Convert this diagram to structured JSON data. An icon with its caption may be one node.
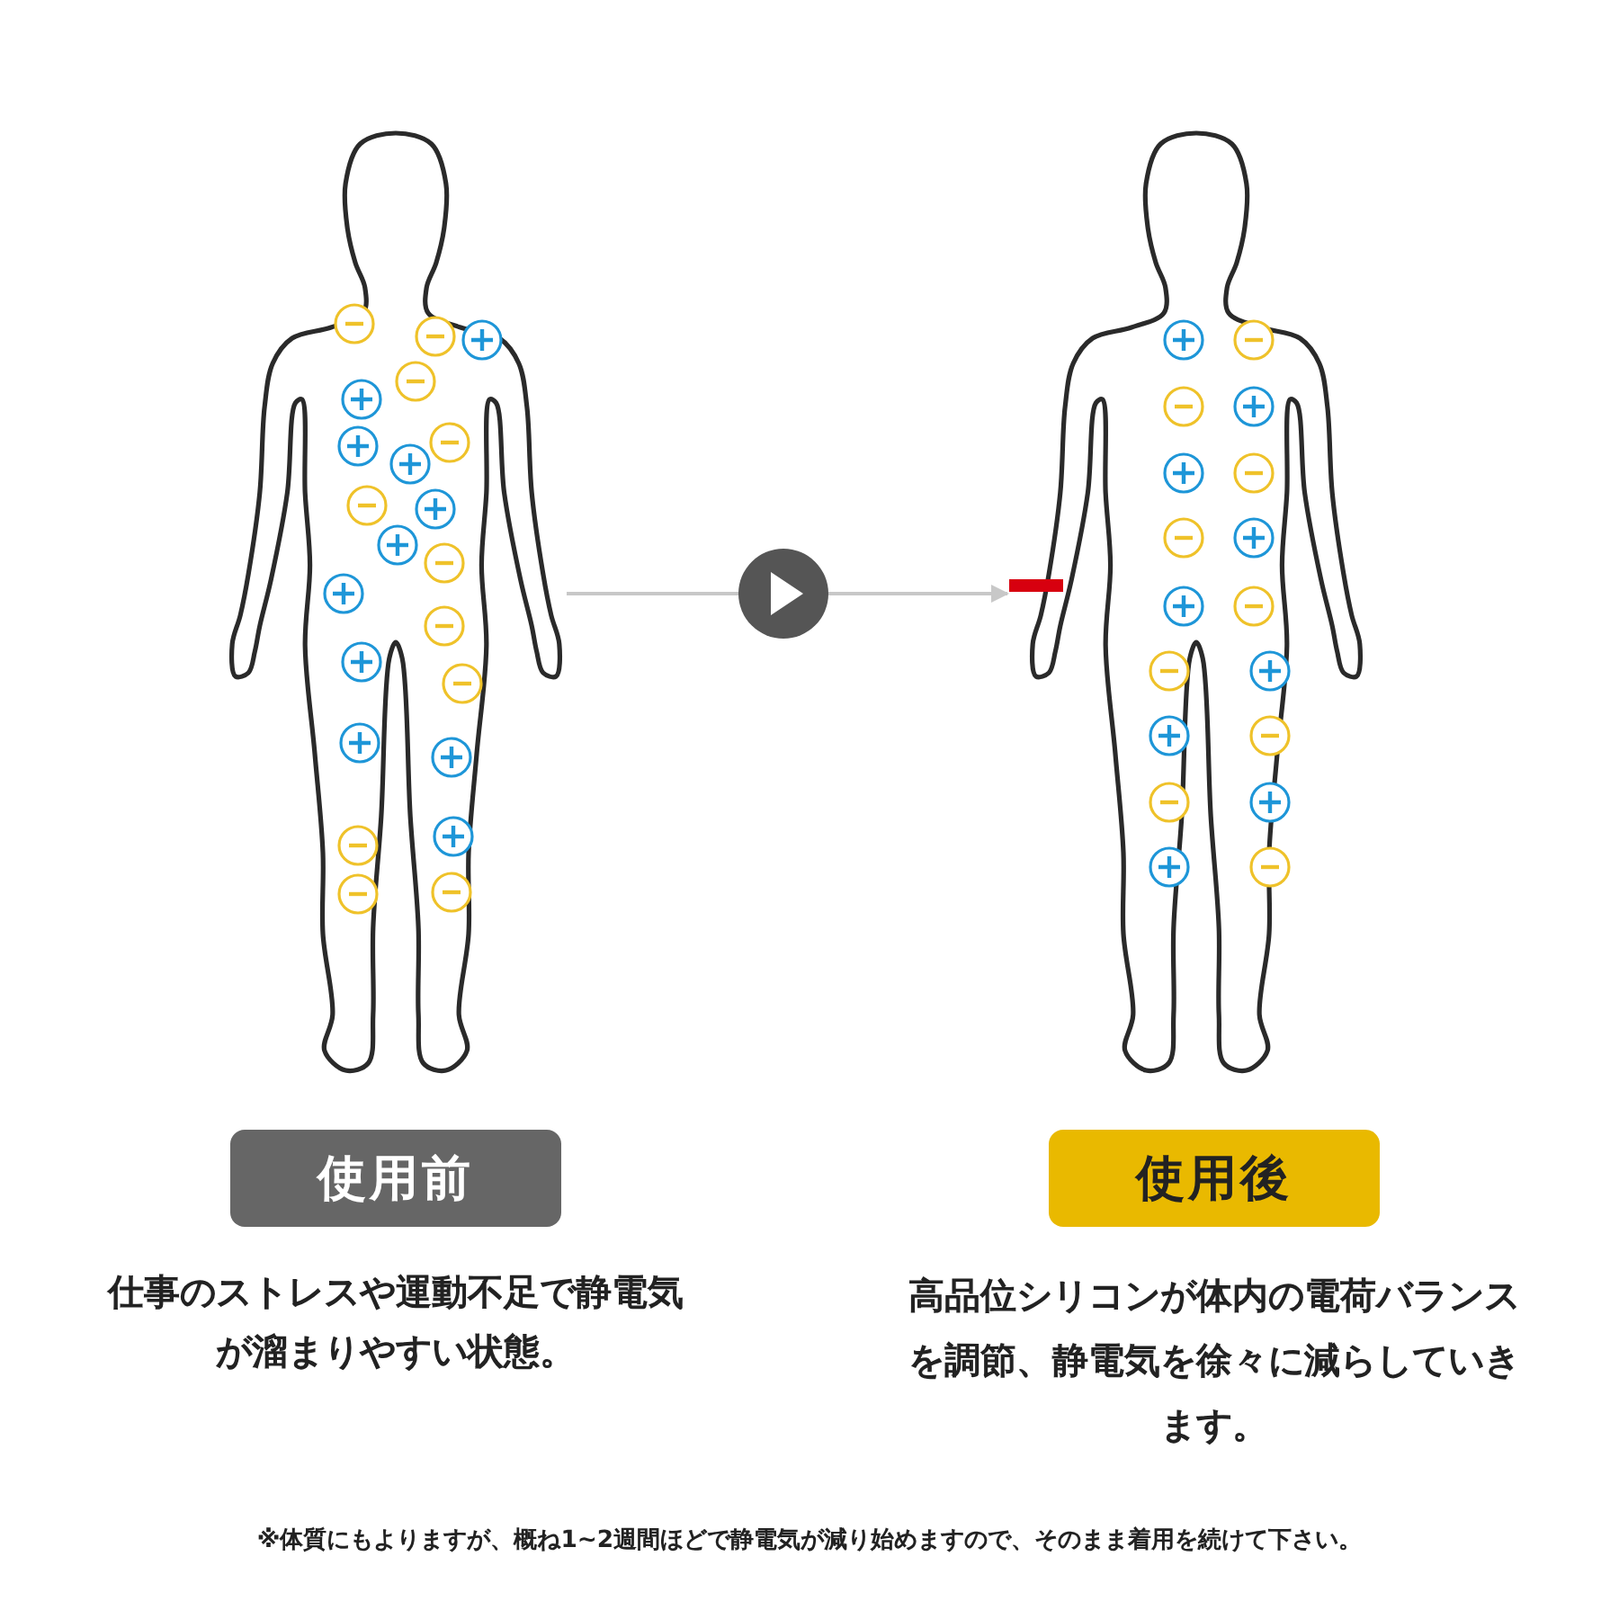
{
  "diagram": {
    "nodes": [
      {
        "text": [],
        "shape": "picture"
      },
      {
        "text": [],
        "shape": "picture"
      },
      {
        "text": [
          "使用前"
        ]
      },
      {
        "text": [
          "使用後"
        ]
      }
    ],
    "edges": [
      {
        "from": 0,
        "to": 1,
        "arrow": "to"
      }
    ],
    "labels": [
      "仕事のストレスや運動不足で静電気が溜まりやすい状態。",
      "高品位シリコンが体内の電荷バランスを調節、静電気を徐々に減らしていきます。",
      "※体質にもよりますが、概ね1~2週間ほどで静電気が減り始めますので、そのまま着用を続けて下さい。"
    ]
  }
}
